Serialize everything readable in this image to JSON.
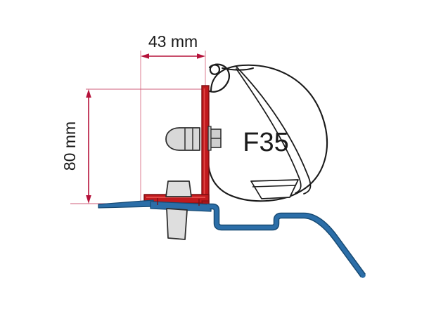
{
  "diagram": {
    "title": "Fiamma F35 awning adapter bracket cross-section",
    "background_color": "#ffffff",
    "dimensions": {
      "width_label": "43 mm",
      "height_label": "80 mm"
    },
    "product": {
      "model_label": "F35"
    },
    "colors": {
      "dimension_line": "#b5123a",
      "dimension_thin_line": "#e8a9b8",
      "bracket_red": "#c0191d",
      "bracket_red_dark": "#8e1013",
      "rail_blue": "#2b6ea8",
      "rail_blue_dark": "#1d4d78",
      "outline_black": "#1a1a1a",
      "metal_grey": "#d4d4d4",
      "metal_grey_dark": "#3a3a3a",
      "text": "#1a1a1a"
    },
    "parts": {
      "vertical_bracket": "adapter-bracket-vertical-arm",
      "horizontal_bracket": "adapter-bracket-foot",
      "hook": "awning-mounting-hook",
      "knob": "locking-knob",
      "bolt": "mounting-bolt",
      "roof_rail": "vehicle-roof-rail-profile",
      "lead_rail_slot": "awning-lead-rail-slot"
    }
  }
}
